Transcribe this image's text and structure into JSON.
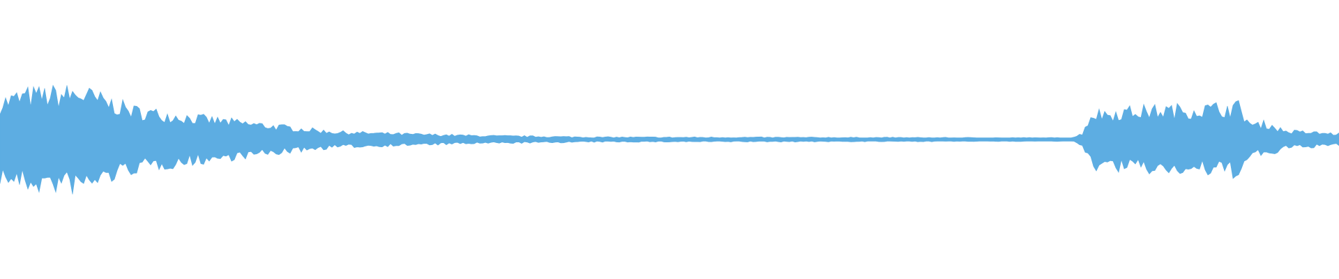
{
  "waveform": {
    "color": "#5dade2",
    "background": "#ffffff",
    "sample_count": 480,
    "peak_amplitude": 1.0,
    "envelope": [
      {
        "t": 0.0,
        "amp": 0.8
      },
      {
        "t": 0.02,
        "amp": 0.95
      },
      {
        "t": 0.06,
        "amp": 1.0
      },
      {
        "t": 0.1,
        "amp": 0.62
      },
      {
        "t": 0.15,
        "amp": 0.45
      },
      {
        "t": 0.2,
        "amp": 0.3
      },
      {
        "t": 0.25,
        "amp": 0.16
      },
      {
        "t": 0.3,
        "amp": 0.12
      },
      {
        "t": 0.36,
        "amp": 0.08
      },
      {
        "t": 0.45,
        "amp": 0.05
      },
      {
        "t": 0.6,
        "amp": 0.045
      },
      {
        "t": 0.7,
        "amp": 0.04
      },
      {
        "t": 0.8,
        "amp": 0.035
      },
      {
        "t": 0.808,
        "amp": 0.12
      },
      {
        "t": 0.815,
        "amp": 0.55
      },
      {
        "t": 0.85,
        "amp": 0.62
      },
      {
        "t": 0.9,
        "amp": 0.66
      },
      {
        "t": 0.925,
        "amp": 0.7
      },
      {
        "t": 0.935,
        "amp": 0.3
      },
      {
        "t": 0.945,
        "amp": 0.35
      },
      {
        "t": 0.96,
        "amp": 0.18
      },
      {
        "t": 1.0,
        "amp": 0.12
      }
    ]
  }
}
